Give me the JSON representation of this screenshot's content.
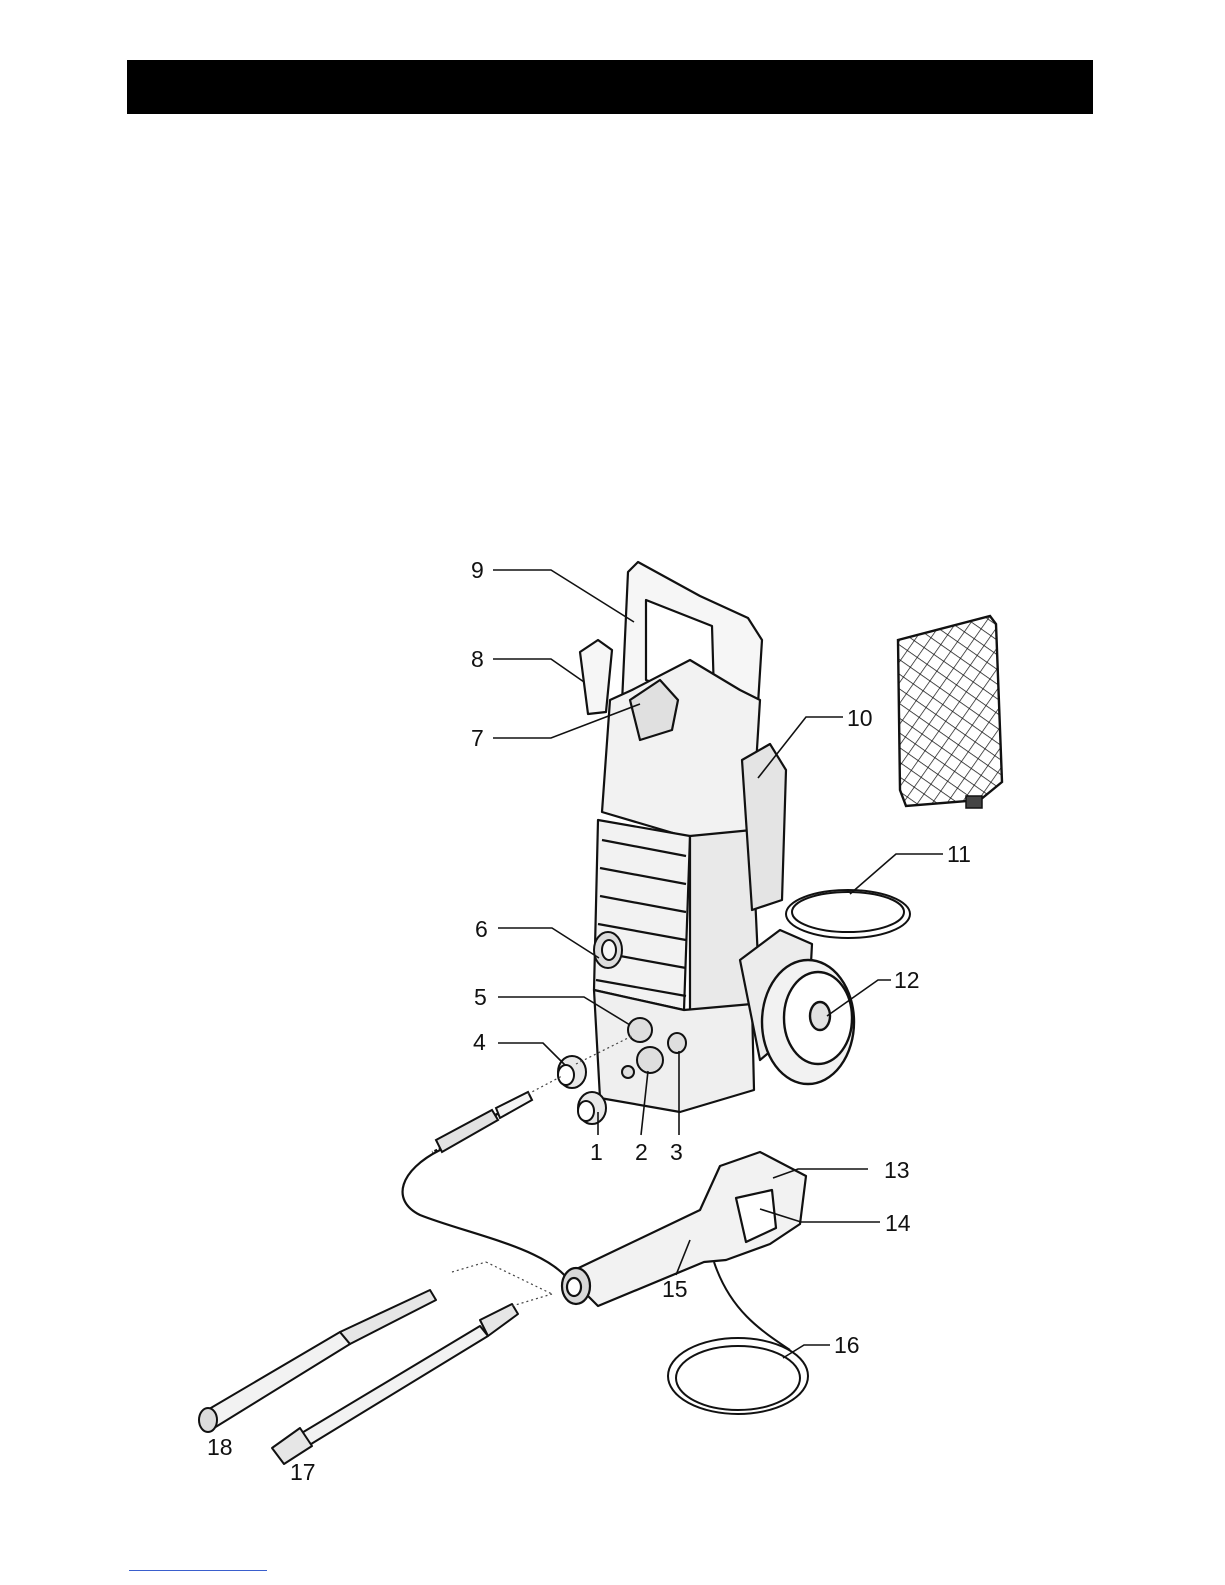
{
  "callouts": [
    {
      "id": "1",
      "label": "1"
    },
    {
      "id": "2",
      "label": "2"
    },
    {
      "id": "3",
      "label": "3"
    },
    {
      "id": "4",
      "label": "4"
    },
    {
      "id": "5",
      "label": "5"
    },
    {
      "id": "6",
      "label": "6"
    },
    {
      "id": "7",
      "label": "7"
    },
    {
      "id": "8",
      "label": "8"
    },
    {
      "id": "9",
      "label": "9"
    },
    {
      "id": "10",
      "label": "10"
    },
    {
      "id": "11",
      "label": "11"
    },
    {
      "id": "12",
      "label": "12"
    },
    {
      "id": "13",
      "label": "13"
    },
    {
      "id": "14",
      "label": "14"
    },
    {
      "id": "15",
      "label": "15"
    },
    {
      "id": "16",
      "label": "16"
    },
    {
      "id": "17",
      "label": "17"
    },
    {
      "id": "18",
      "label": "18"
    }
  ],
  "colors": {
    "title_bar": "#000000",
    "line": "#111111",
    "body_fill": "#f4f4f4",
    "shade": "#d8d8d8",
    "link": "#3a5fcd"
  }
}
